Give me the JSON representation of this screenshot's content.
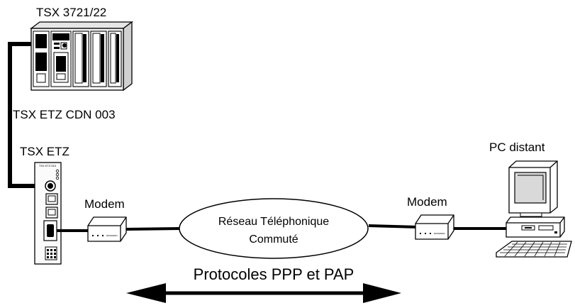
{
  "labels": {
    "plc": "TSX 3721/22",
    "cable": "TSX ETZ CDN 003",
    "etz": "TSX ETZ",
    "modem_left": "Modem",
    "modem_right": "Modem",
    "pc": "PC distant",
    "network_line1": "Réseau Téléphonique",
    "network_line2": "Commuté",
    "protocols": "Protocoles PPP et PAP",
    "etz_module_text": "TSX ETZ 510"
  },
  "icons": {
    "plc": "plc-rack-icon",
    "etz": "ethernet-module-icon",
    "modem": "modem-icon",
    "pc": "desktop-computer-icon",
    "network": "telephone-network-cloud-icon",
    "arrow": "double-headed-arrow-icon"
  },
  "colors": {
    "ink": "#000000",
    "background": "#ffffff",
    "device_fill": "#f2f2f2",
    "screen_fill": "#d9d9d9"
  }
}
